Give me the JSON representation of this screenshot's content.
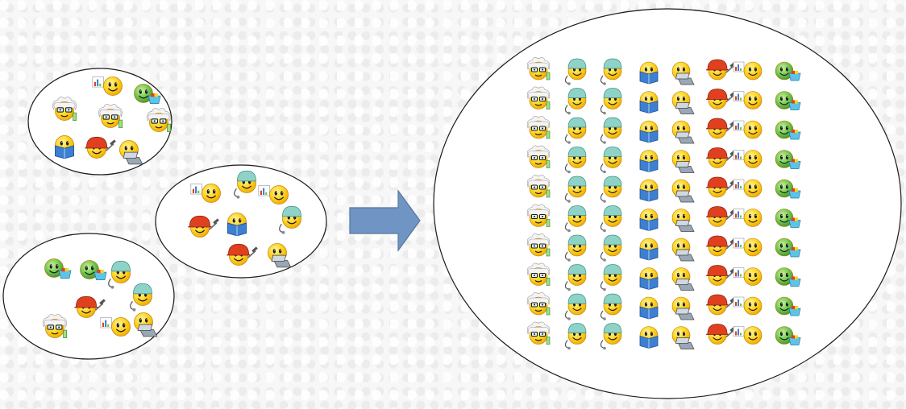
{
  "groups": [
    {
      "id": "group-top-left",
      "members": [
        "scientist",
        "analyst",
        "shopper",
        "scientist",
        "scientist",
        "reader",
        "worker",
        "laptop-user"
      ]
    },
    {
      "id": "group-middle",
      "members": [
        "analyst",
        "doctor",
        "analyst",
        "worker",
        "reader",
        "doctor",
        "worker",
        "laptop-user"
      ]
    },
    {
      "id": "group-bottom-left",
      "members": [
        "shopper",
        "shopper",
        "doctor",
        "doctor",
        "laptop-user",
        "worker",
        "scientist",
        "analyst"
      ]
    }
  ],
  "arrow": {
    "direction": "right",
    "color": "#7094c4"
  },
  "population": {
    "rows": 10,
    "row_pattern": [
      "scientist",
      "doctor",
      "doctor",
      "reader",
      "laptop-user",
      "worker",
      "analyst",
      "shopper"
    ]
  },
  "colors": {
    "face": "#ffd21e",
    "face_shadow": "#f0a500",
    "shopper_face": "#6cc24a",
    "helmet": "#e0401f",
    "book": "#3d7fd1",
    "surgical_cap": "#8fd3c8",
    "outline": "#1a1a1a"
  }
}
